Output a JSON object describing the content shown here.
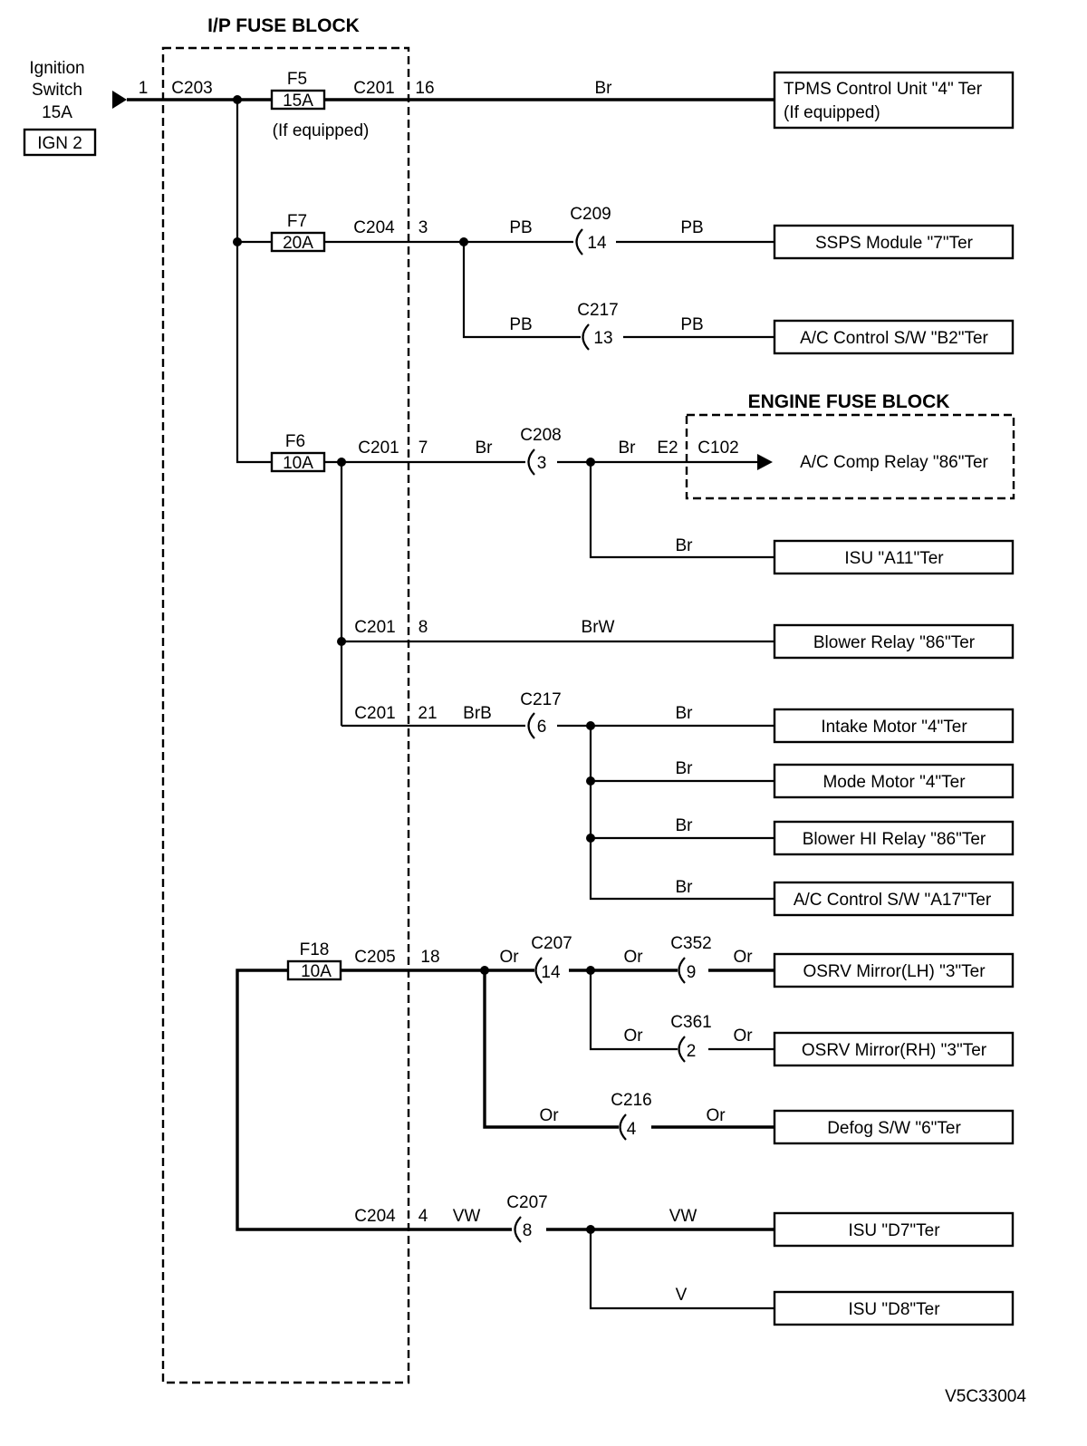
{
  "ip_fuse_block": {
    "title": "I/P FUSE BLOCK"
  },
  "engine_fuse_block": {
    "title": "ENGINE FUSE BLOCK"
  },
  "source": {
    "line1": "Ignition",
    "line2": "Switch",
    "line3": "15A",
    "ign_label": "IGN 2",
    "pin": "1",
    "connector": "C203"
  },
  "fuses": {
    "f5": {
      "name": "F5",
      "rating": "15A",
      "note": "(If equipped)"
    },
    "f7": {
      "name": "F7",
      "rating": "20A"
    },
    "f6": {
      "name": "F6",
      "rating": "10A"
    },
    "f18": {
      "name": "F18",
      "rating": "10A"
    }
  },
  "wires": {
    "f5_out": {
      "connector": "C201",
      "pin": "16",
      "color": "Br"
    },
    "f7_out": {
      "connector": "C204",
      "pin": "3",
      "color_a": "PB",
      "color_b": "PB",
      "color_c": "PB",
      "color_d": "PB"
    },
    "c209": {
      "name": "C209",
      "pin": "14"
    },
    "c217a": {
      "name": "C217",
      "pin": "13"
    },
    "f6_out": {
      "connector": "C201",
      "pin": "7",
      "color_a": "Br",
      "color_b": "Br",
      "color_c": "Br"
    },
    "c208": {
      "name": "C208",
      "pin": "3"
    },
    "e2_pin": "E2",
    "c102": "C102",
    "c201_8": {
      "connector": "C201",
      "pin": "8",
      "color": "BrW"
    },
    "c201_21": {
      "connector": "C201",
      "pin": "21",
      "color": "BrB",
      "branch_color_1": "Br",
      "branch_color_2": "Br",
      "branch_color_3": "Br",
      "branch_color_4": "Br"
    },
    "c217b": {
      "name": "C217",
      "pin": "6"
    },
    "f18_out": {
      "connector": "C205",
      "pin": "18",
      "color_a": "Or",
      "color_b": "Or",
      "color_c": "Or",
      "color_d": "Or",
      "color_e": "Or",
      "color_f": "Or",
      "color_g": "Or"
    },
    "c207a": {
      "name": "C207",
      "pin": "14"
    },
    "c352": {
      "name": "C352",
      "pin": "9"
    },
    "c361": {
      "name": "C361",
      "pin": "2"
    },
    "c216": {
      "name": "C216",
      "pin": "4"
    },
    "c204_4": {
      "connector": "C204",
      "pin": "4",
      "color_a": "VW",
      "color_b": "VW",
      "color_c": "V"
    },
    "c207b": {
      "name": "C207",
      "pin": "8"
    }
  },
  "loads": {
    "tpms_line1": "TPMS Control Unit \"4\" Ter",
    "tpms_line2": "(If equipped)",
    "ssps": "SSPS Module \"7\"Ter",
    "ac_b2": "A/C Control S/W \"B2\"Ter",
    "ac_comp": "A/C Comp Relay \"86\"Ter",
    "isu_a11": "ISU \"A11\"Ter",
    "blower_relay": "Blower Relay \"86\"Ter",
    "intake_motor": "Intake Motor \"4\"Ter",
    "mode_motor": "Mode Motor \"4\"Ter",
    "blower_hi": "Blower HI Relay \"86\"Ter",
    "ac_a17": "A/C Control S/W \"A17\"Ter",
    "osrv_lh": "OSRV Mirror(LH) \"3\"Ter",
    "osrv_rh": "OSRV Mirror(RH) \"3\"Ter",
    "defog": "Defog S/W \"6\"Ter",
    "isu_d7": "ISU \"D7\"Ter",
    "isu_d8": "ISU \"D8\"Ter"
  },
  "figure_id": "V5C33004"
}
